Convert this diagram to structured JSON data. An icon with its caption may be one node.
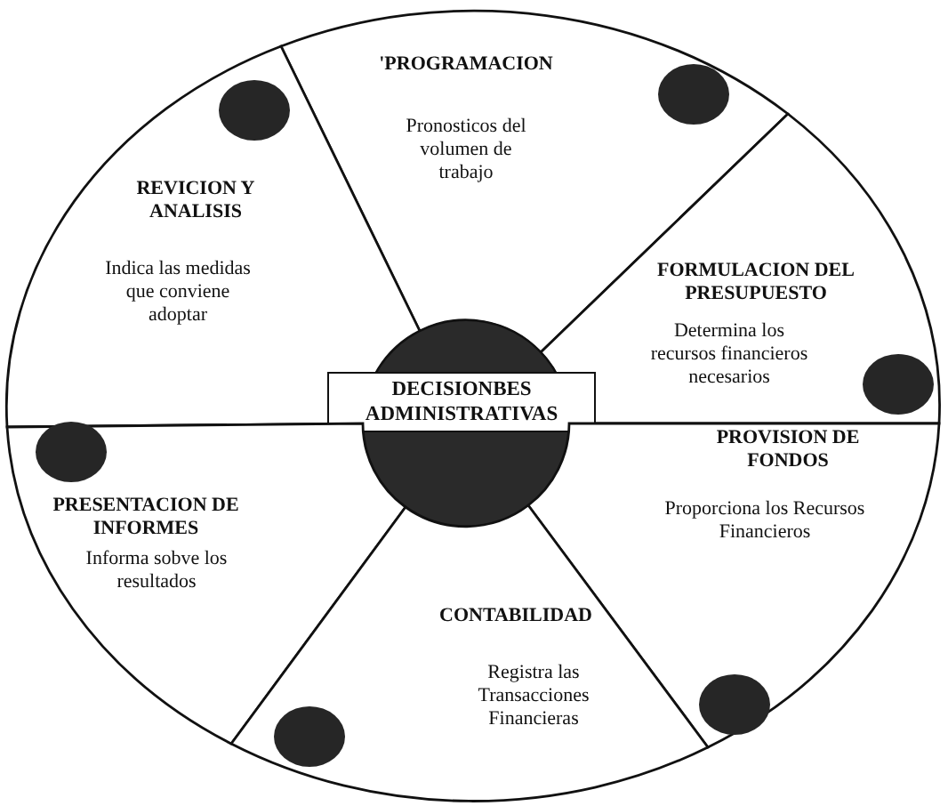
{
  "diagram": {
    "nodes": [
      {
        "text": [
          "'PROGRAMACION",
          "Pronosticos del volumen de trabajo"
        ]
      },
      {
        "text": [
          "REVICION Y ANALISIS",
          "Indica las medidas que conviene adoptar"
        ]
      },
      {
        "text": [
          "FORMULACION DEL PRESUPUESTO",
          "Determina los recursos financieros necesarios"
        ]
      },
      {
        "text": [
          "DECISIONBES ADMINISTRATIVAS"
        ]
      },
      {
        "text": [
          "PROVISION DE FONDOS",
          "Proporciona los Recursos Financieros"
        ]
      },
      {
        "text": [
          "PRESENTACION DE INFORMES",
          "Informa sobve los resultados"
        ]
      },
      {
        "text": [
          "CONTABILIDAD",
          "Registra las Transacciones Financieras"
        ]
      }
    ]
  }
}
